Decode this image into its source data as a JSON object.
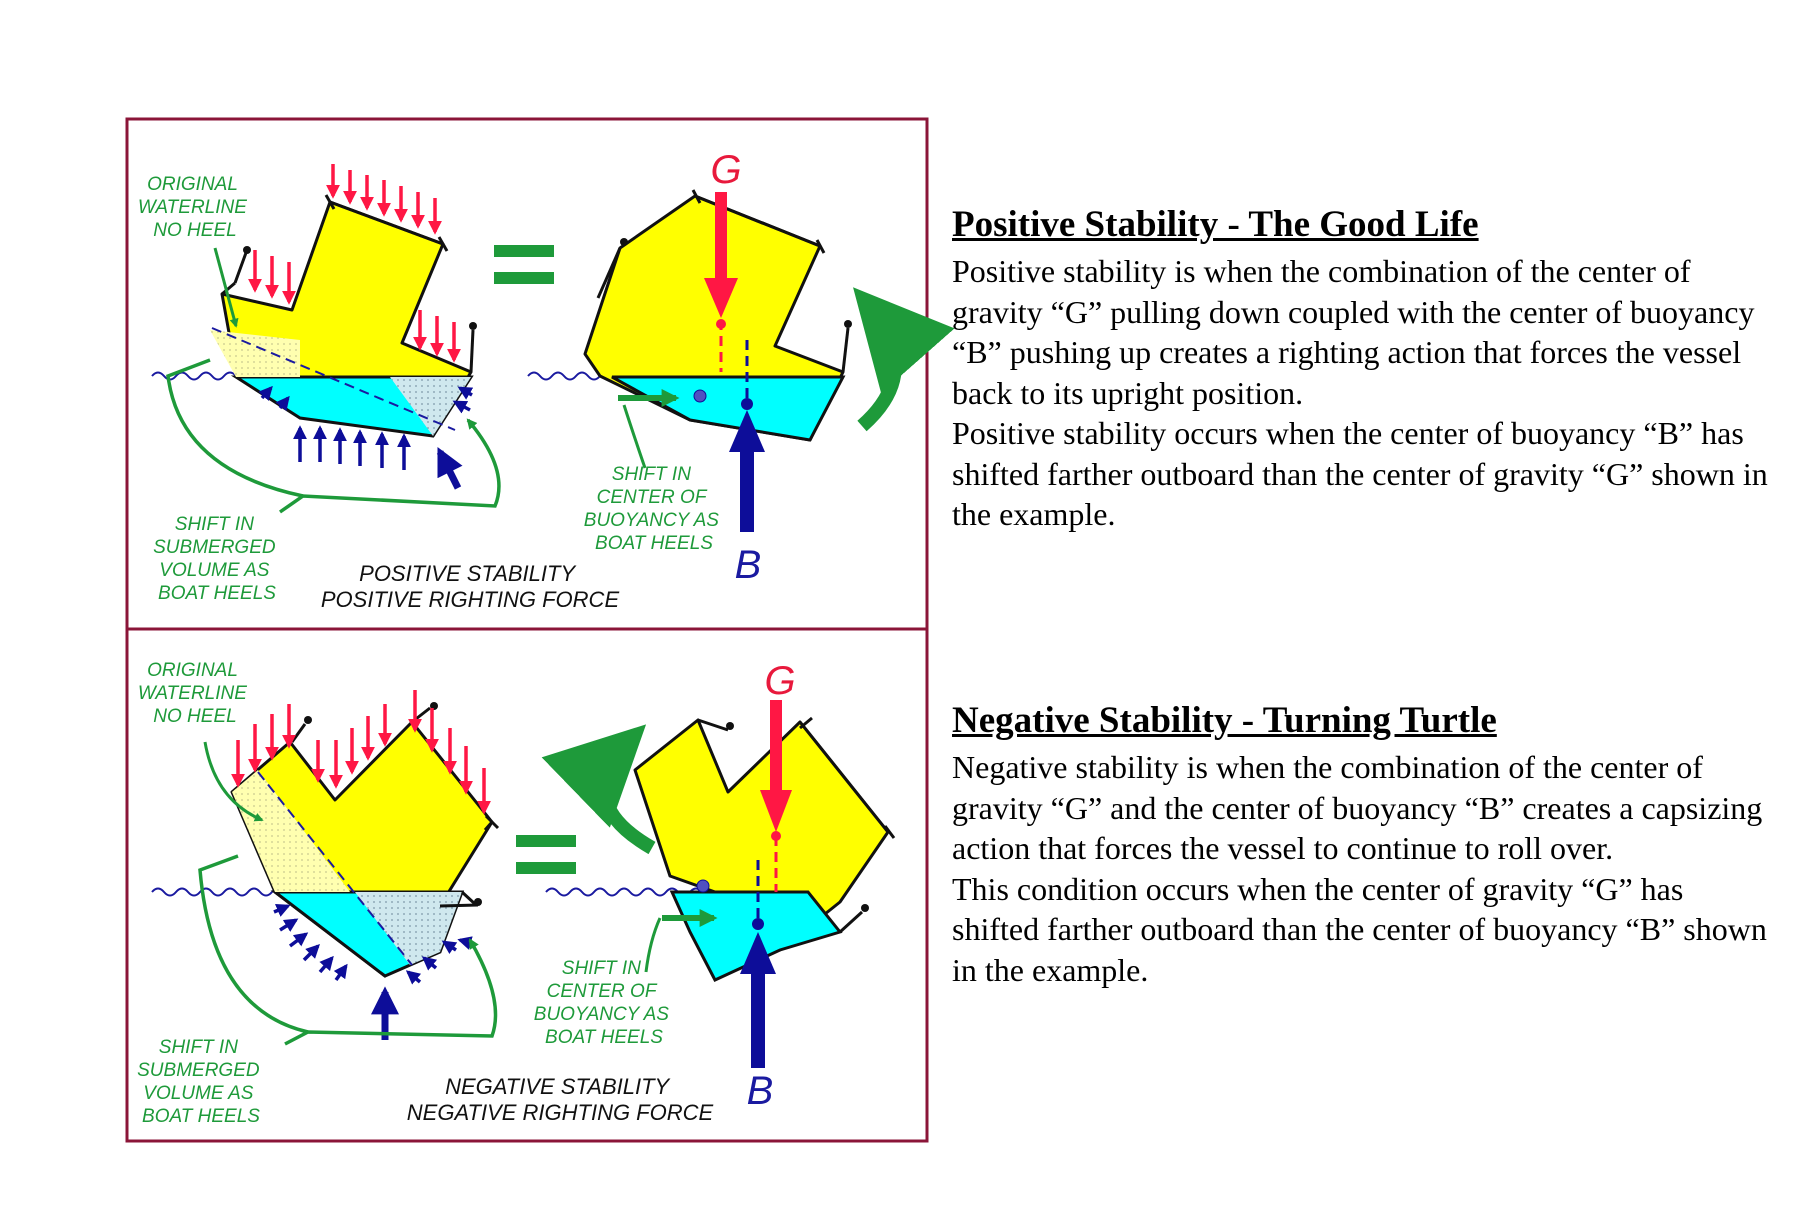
{
  "colors": {
    "frame": "#8b1538",
    "boat_fill": "#ffff00",
    "water_fill": "#00ffff",
    "gravity_arrow": "#ff1744",
    "buoyancy_arrow": "#0d0d99",
    "label_green": "#1e9a3a",
    "equals": "#1e9a3a"
  },
  "top_panel": {
    "label_original_waterline": [
      "ORIGINAL",
      "WATERLINE",
      "NO HEEL"
    ],
    "label_shift_submerged": [
      "SHIFT IN",
      "SUBMERGED",
      "VOLUME AS",
      "BOAT HEELS"
    ],
    "label_shift_buoyancy": [
      "SHIFT IN",
      "CENTER OF",
      "BUOYANCY AS",
      "BOAT HEELS"
    ],
    "caption": [
      "POSITIVE STABILITY",
      "POSITIVE RIGHTING FORCE"
    ],
    "g_label": "G",
    "b_label": "B"
  },
  "bottom_panel": {
    "label_original_waterline": [
      "ORIGINAL",
      "WATERLINE",
      "NO HEEL"
    ],
    "label_shift_submerged": [
      "SHIFT IN",
      "SUBMERGED",
      "VOLUME AS",
      "BOAT HEELS"
    ],
    "label_shift_buoyancy": [
      "SHIFT IN",
      "CENTER OF",
      "BUOYANCY AS",
      "BOAT HEELS"
    ],
    "caption": [
      "NEGATIVE STABILITY",
      "NEGATIVE RIGHTING FORCE"
    ],
    "g_label": "G",
    "b_label": "B"
  },
  "text": {
    "positive": {
      "heading": "Positive Stability - The Good Life",
      "para1": "Positive stability is when the combination of the center of gravity “G” pulling down coupled with the center of buoyancy “B” pushing up creates a righting action that forces the vessel back to its upright position.",
      "para2": "Positive stability occurs when the center of buoyancy “B” has shifted farther outboard than the center of gravity “G” shown in the example."
    },
    "negative": {
      "heading": "Negative Stability - Turning Turtle",
      "para1": "Negative stability is when the combination of the center of gravity “G” and the center of buoyancy “B” creates a capsizing action that forces the vessel to continue to roll over.",
      "para2": "This condition occurs when the center of gravity “G” has shifted farther outboard than the center of buoyancy “B” shown in the example."
    }
  }
}
